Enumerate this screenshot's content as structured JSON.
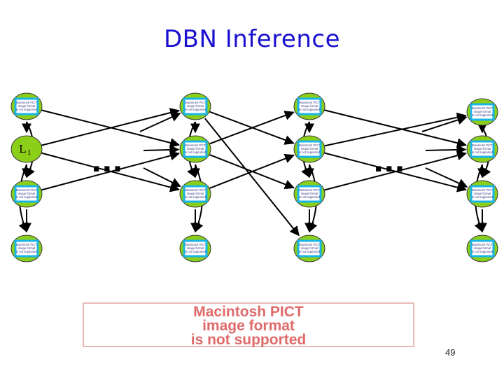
{
  "slide": {
    "title": "DBN Inference",
    "page_number": "49",
    "ellipsis": "...",
    "node_label": {
      "main": "L",
      "sub": "1"
    },
    "placeholder_small": [
      "Macintosh PICT",
      "image format",
      "is not supported"
    ],
    "placeholder_large": [
      "Macintosh PICT",
      "image format",
      "is not supported"
    ]
  },
  "colors": {
    "title": "#1a10d0",
    "node_fill": "#8ccf18",
    "node_stroke": "#3a3a3a",
    "image_fill": "#19b5e8",
    "placeholder_red": "#e06a6a"
  }
}
